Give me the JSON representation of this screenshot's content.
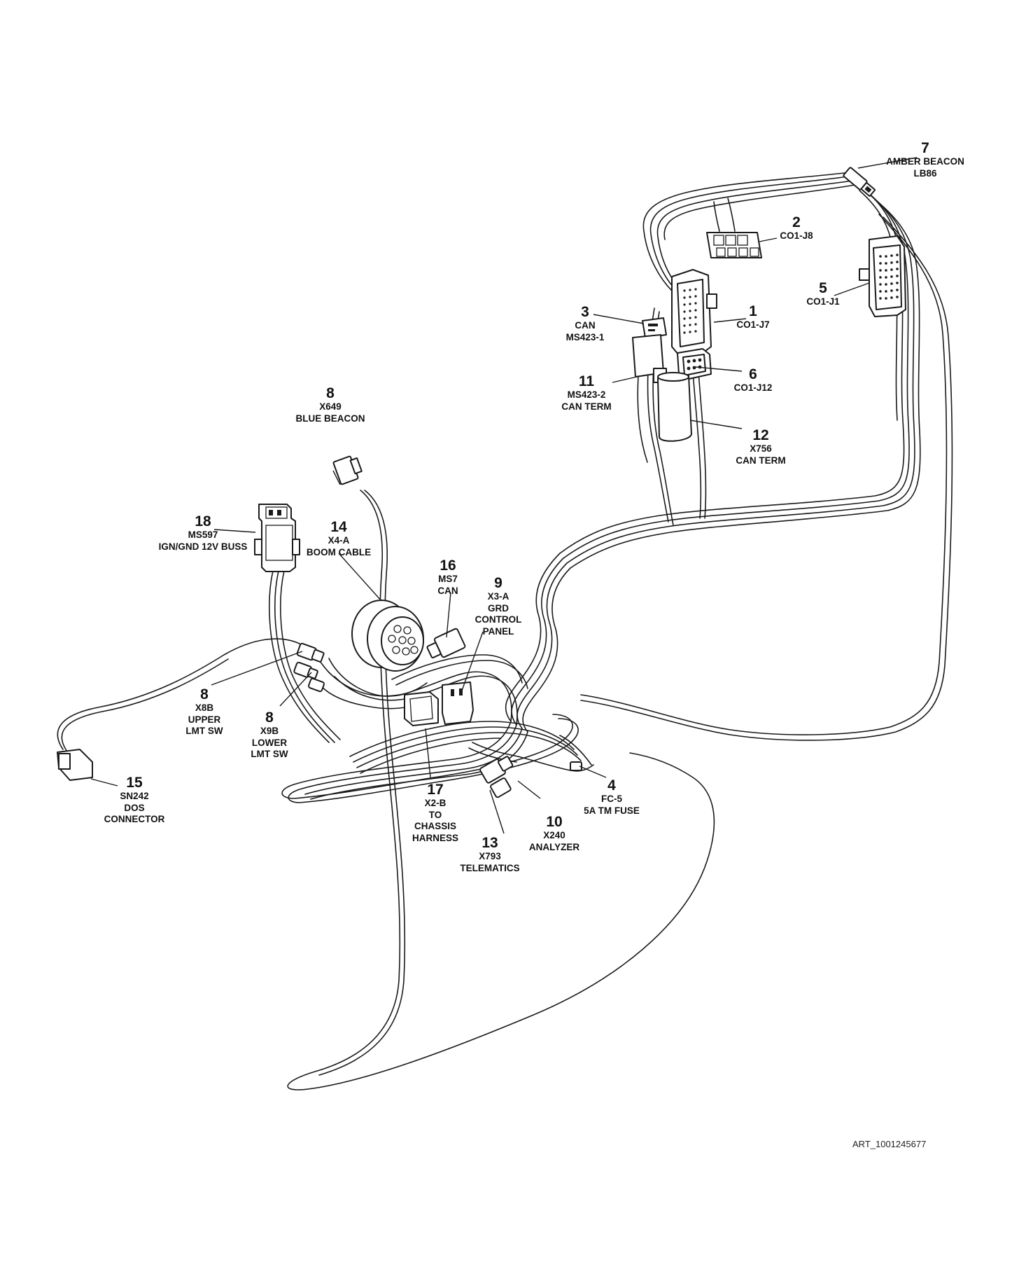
{
  "document_id": "ART_1001245677",
  "callouts": [
    {
      "key": "c1",
      "number": "1",
      "lines": [
        "CO1-J7"
      ]
    },
    {
      "key": "c2",
      "number": "2",
      "lines": [
        "CO1-J8"
      ]
    },
    {
      "key": "c3",
      "number": "3",
      "lines": [
        "CAN",
        "MS423-1"
      ]
    },
    {
      "key": "c4",
      "number": "4",
      "lines": [
        "FC-5",
        "5A TM FUSE"
      ]
    },
    {
      "key": "c5",
      "number": "5",
      "lines": [
        "CO1-J1"
      ]
    },
    {
      "key": "c6",
      "number": "6",
      "lines": [
        "CO1-J12"
      ]
    },
    {
      "key": "c7",
      "number": "7",
      "lines": [
        "AMBER BEACON",
        "LB86"
      ]
    },
    {
      "key": "c8a",
      "number": "8",
      "lines": [
        "X649",
        "BLUE BEACON"
      ]
    },
    {
      "key": "c8b",
      "number": "8",
      "lines": [
        "X8B",
        "UPPER",
        "LMT SW"
      ]
    },
    {
      "key": "c8c",
      "number": "8",
      "lines": [
        "X9B",
        "LOWER",
        "LMT SW"
      ]
    },
    {
      "key": "c9",
      "number": "9",
      "lines": [
        "X3-A",
        "GRD",
        "CONTROL",
        "PANEL"
      ]
    },
    {
      "key": "c10",
      "number": "10",
      "lines": [
        "X240",
        "ANALYZER"
      ]
    },
    {
      "key": "c11",
      "number": "11",
      "lines": [
        "MS423-2",
        "CAN TERM"
      ]
    },
    {
      "key": "c12",
      "number": "12",
      "lines": [
        "X756",
        "CAN TERM"
      ]
    },
    {
      "key": "c13",
      "number": "13",
      "lines": [
        "X793",
        "TELEMATICS"
      ]
    },
    {
      "key": "c14",
      "number": "14",
      "lines": [
        "X4-A",
        "BOOM CABLE"
      ]
    },
    {
      "key": "c15",
      "number": "15",
      "lines": [
        "SN242",
        "DOS",
        "CONNECTOR"
      ]
    },
    {
      "key": "c16",
      "number": "16",
      "lines": [
        "MS7",
        "CAN"
      ]
    },
    {
      "key": "c17",
      "number": "17",
      "lines": [
        "X2-B",
        "TO",
        "CHASSIS",
        "HARNESS"
      ]
    },
    {
      "key": "c18",
      "number": "18",
      "lines": [
        "MS597",
        "IGN/GND 12V BUSS"
      ]
    }
  ]
}
